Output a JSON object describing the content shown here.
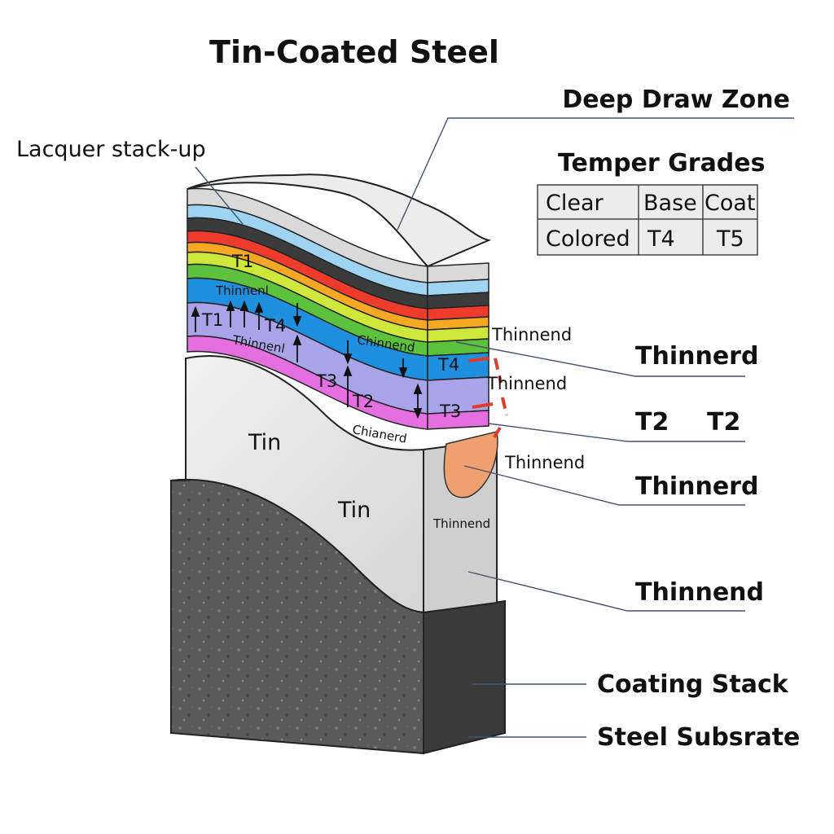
{
  "title": "Tin-Coated Steel",
  "labels": {
    "deep_draw_zone": "Deep Draw Zone",
    "lacquer_stack_up": "Lacquer stack-up",
    "temper_grades": "Temper Grades",
    "thinnerd_1": "Thinnerd",
    "t2_pair": [
      "T2",
      "T2"
    ],
    "thinnerd_2": "Thinnerd",
    "thinnend_right": "Thinnend",
    "coating_stack": "Coating Stack",
    "steel_substrate": "Steel Subsrate"
  },
  "temper_table": {
    "rows": [
      [
        "Clear",
        "Base",
        "Coat"
      ],
      [
        "Colored",
        "T4",
        "T5"
      ]
    ]
  },
  "inline_labels": {
    "t1_top": "T1",
    "thinnenl_blue": "Thinnenl",
    "t1_lav": "T1",
    "t4_lav": "T4",
    "thinnenl_pink": "Thinnenl",
    "chinnend": "Chinnend",
    "t3_front": "T3",
    "t2_front": "T2",
    "chianerd": "Chianerd",
    "t4_side": "T4",
    "t3_side": "T3",
    "thinnend_a": "Thinnend",
    "thinnend_b": "Thinnend",
    "thinnend_c": "Thinnend",
    "thinnend_d": "Thinnend",
    "tin_1": "Tin",
    "tin_2": "Tin"
  },
  "colors": {
    "silver": "#d9d9d9",
    "light_blue": "#9fd3f2",
    "dark_gray": "#3b3b3b",
    "red": "#ef3b2c",
    "orange": "#f7a823",
    "yellow": "#cfe63a",
    "green": "#5cc23c",
    "blue": "#1f90e0",
    "lavender": "#a9a4ea",
    "pink": "#e56ee0",
    "tin": "#e6e6e6",
    "steel": "#555555",
    "accent_red": "#e23b2a"
  }
}
